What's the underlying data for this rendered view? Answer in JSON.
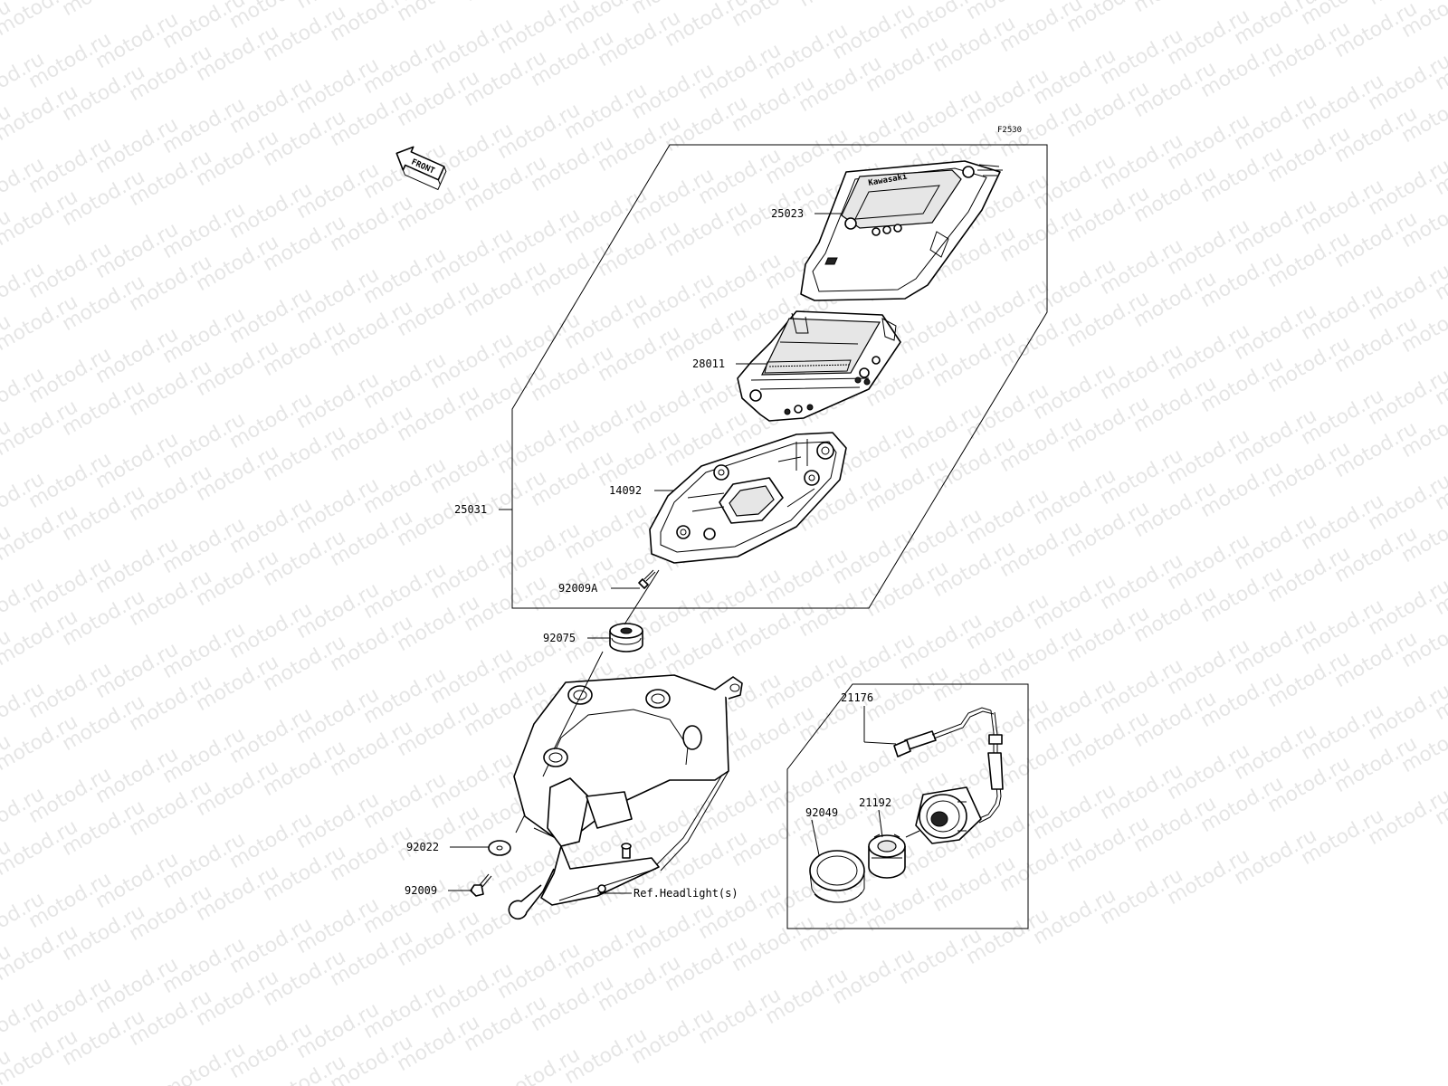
{
  "watermark": "motod.ru",
  "figure_code": "F2530",
  "front_arrow_label": "FRONT",
  "brand_on_cover": "Kawasaki",
  "labels": {
    "p25023": "25023",
    "p28011": "28011",
    "p14092": "14092",
    "p25031": "25031",
    "p92009A": "92009A",
    "p92075": "92075",
    "p92022": "92022",
    "p92009": "92009",
    "ref_headlight": "Ref.Headlight(s)",
    "p21176": "21176",
    "p92049": "92049",
    "p21192": "21192"
  }
}
